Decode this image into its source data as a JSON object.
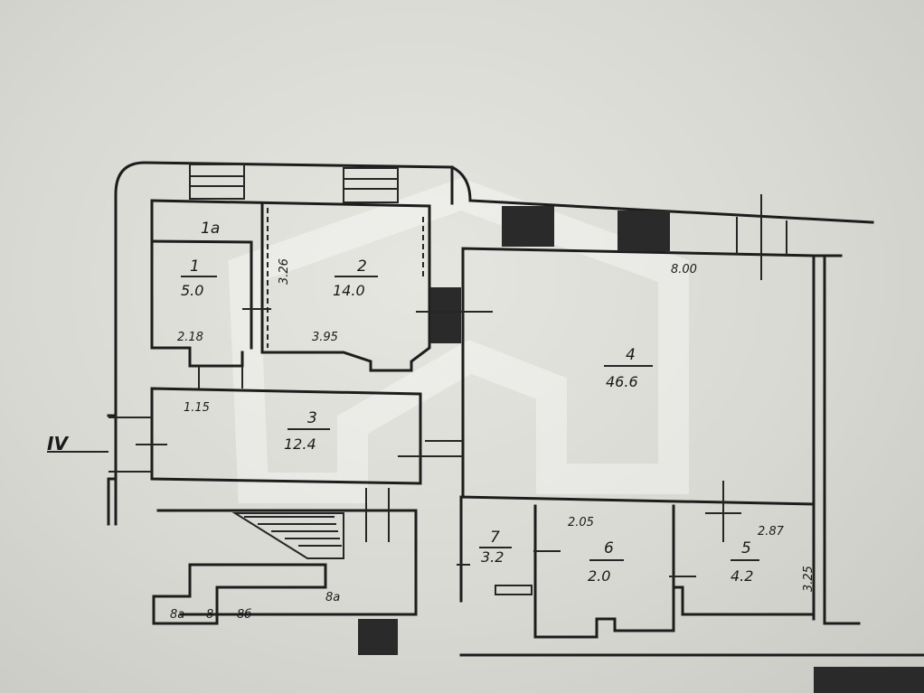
{
  "rooms": [
    {
      "id": "1a",
      "number": "1a",
      "area": ""
    },
    {
      "id": "1",
      "number": "1",
      "area": "5.0"
    },
    {
      "id": "2",
      "number": "2",
      "area": "14.0"
    },
    {
      "id": "3",
      "number": "3",
      "area": "12.4"
    },
    {
      "id": "4",
      "number": "4",
      "area": "46.6"
    },
    {
      "id": "5",
      "number": "5",
      "area": "4.2"
    },
    {
      "id": "6",
      "number": "6",
      "area": "2.0"
    },
    {
      "id": "7",
      "number": "7",
      "area": "3.2"
    }
  ],
  "dimensions": {
    "d_326": "3.26",
    "d_218": "2.18",
    "d_395": "3.95",
    "d_800": "8.00",
    "d_115": "1.15",
    "d_205": "2.05",
    "d_287": "2.87",
    "d_325": "3.25"
  },
  "section_mark": "IV",
  "stair_label": "8a",
  "annex_labels": [
    "8a",
    "8",
    "8б"
  ],
  "colors": {
    "ink": "#1d1d1d",
    "paper": "#dcdcd6",
    "watermark": "#ffffff"
  }
}
